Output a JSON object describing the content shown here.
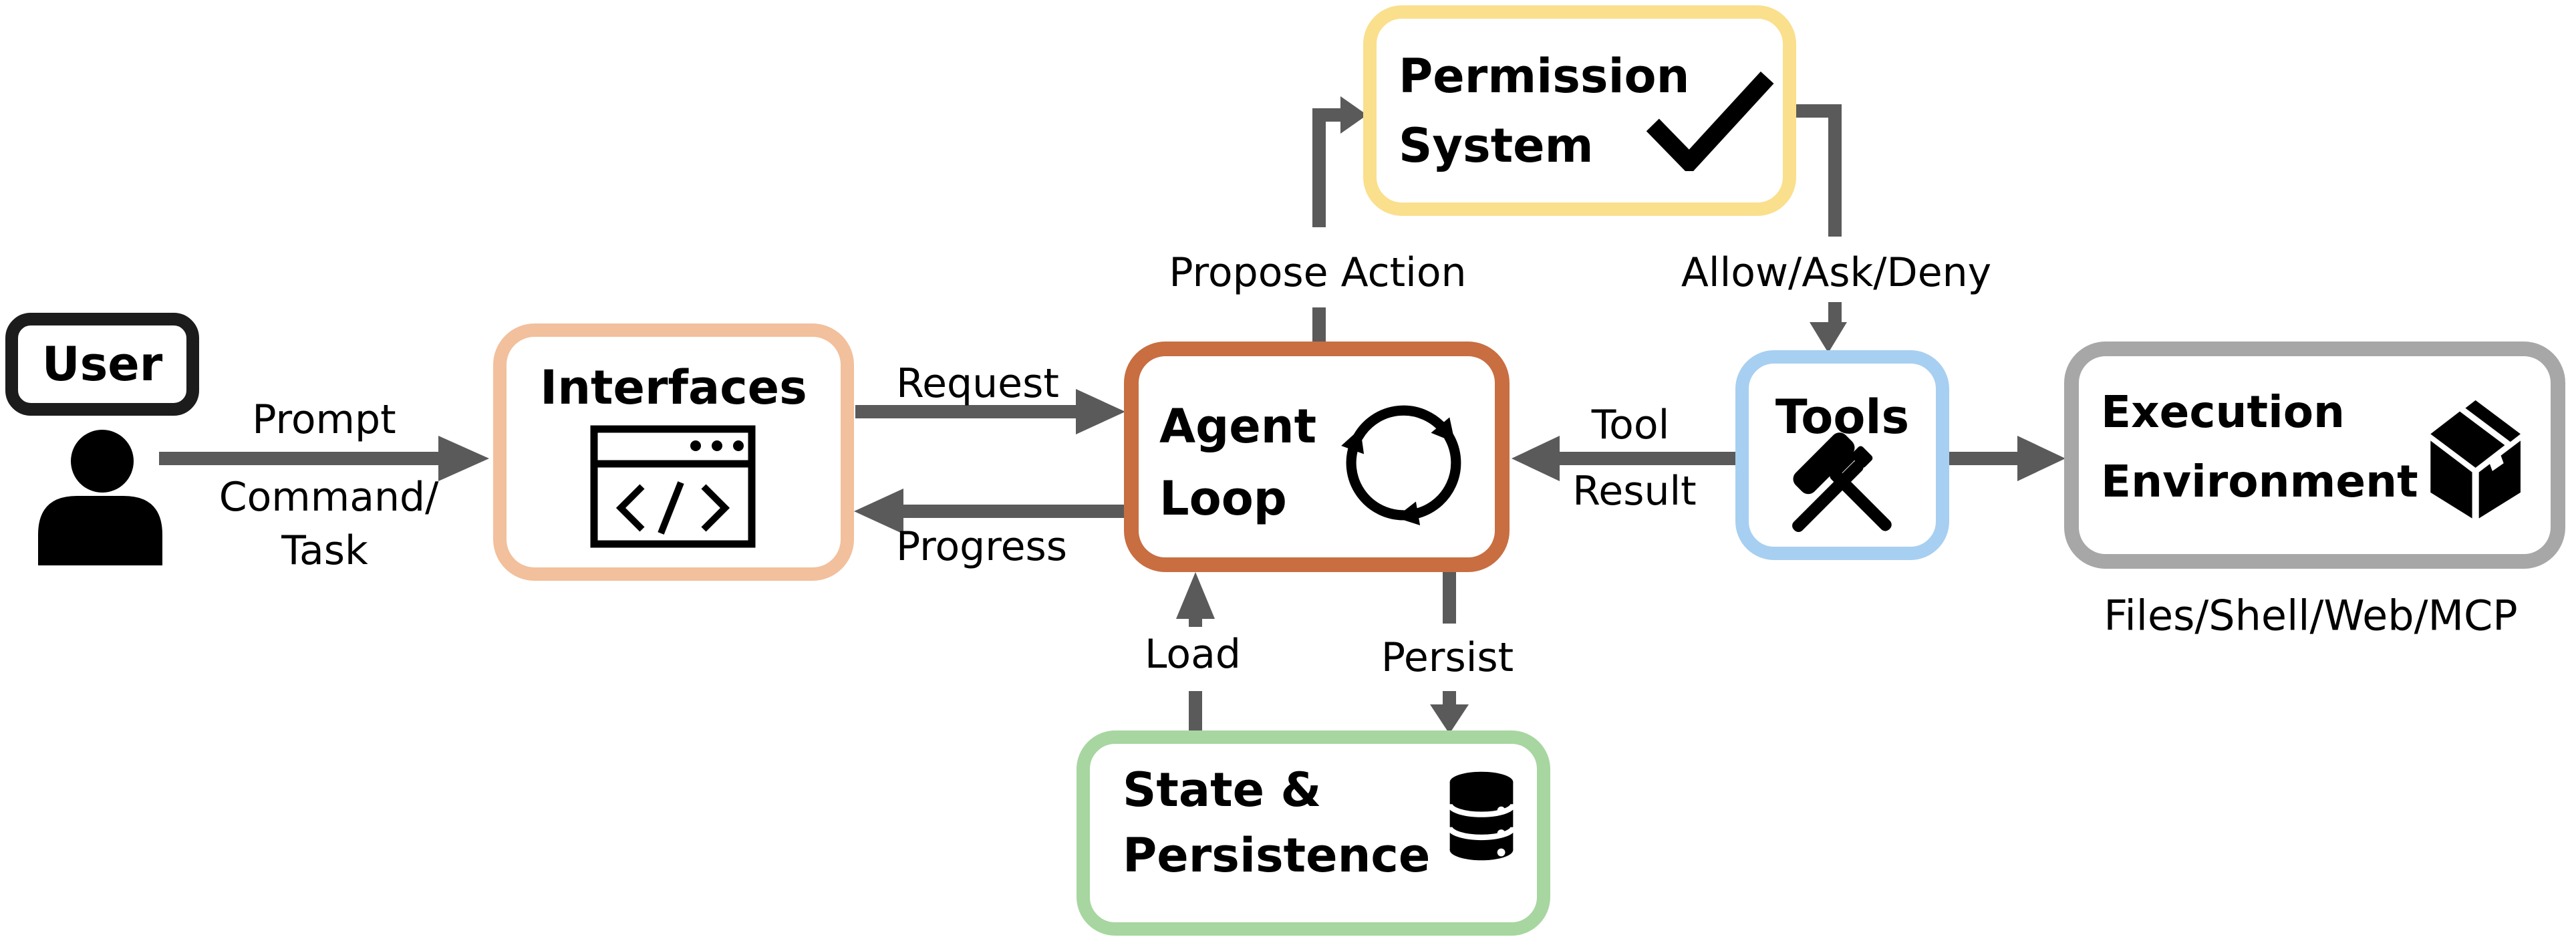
{
  "colors": {
    "background": "#ffffff",
    "text": "#000000",
    "arrow": "#5a5a5a",
    "user-border": "#1c1c1c",
    "interfaces-border": "#f2c09c",
    "agent-border": "#c86e41",
    "permission-border": "#fadf8c",
    "tools-border": "#a7cff1",
    "execution-border": "#a7a7a7",
    "state-border": "#a7d6a0"
  },
  "nodes": {
    "user": {
      "label": "User",
      "icon": "person-icon"
    },
    "interfaces": {
      "label": "Interfaces",
      "icon": "code-window-icon"
    },
    "agent_loop": {
      "line1": "Agent",
      "line2": "Loop",
      "icon": "cycle-arrows-icon"
    },
    "permission": {
      "line1": "Permission",
      "line2": "System",
      "icon": "checkmark-icon"
    },
    "tools": {
      "label": "Tools",
      "icon": "hammer-pick-icon"
    },
    "execution": {
      "line1": "Execution",
      "line2": "Environment",
      "caption": "Files/Shell/Web/MCP",
      "icon": "package-box-icon"
    },
    "state": {
      "line1": "State &",
      "line2": "Persistence",
      "icon": "database-icon"
    }
  },
  "edges": {
    "prompt": {
      "label_top": "Prompt",
      "label_bottom1": "Command/",
      "label_bottom2": "Task"
    },
    "request": {
      "label": "Request"
    },
    "progress": {
      "label": "Progress"
    },
    "propose_action": {
      "label": "Propose Action"
    },
    "allow_ask_deny": {
      "label": "Allow/Ask/Deny"
    },
    "tool_result": {
      "line1": "Tool",
      "line2": "Result"
    },
    "load": {
      "label": "Load"
    },
    "persist": {
      "label": "Persist"
    }
  }
}
